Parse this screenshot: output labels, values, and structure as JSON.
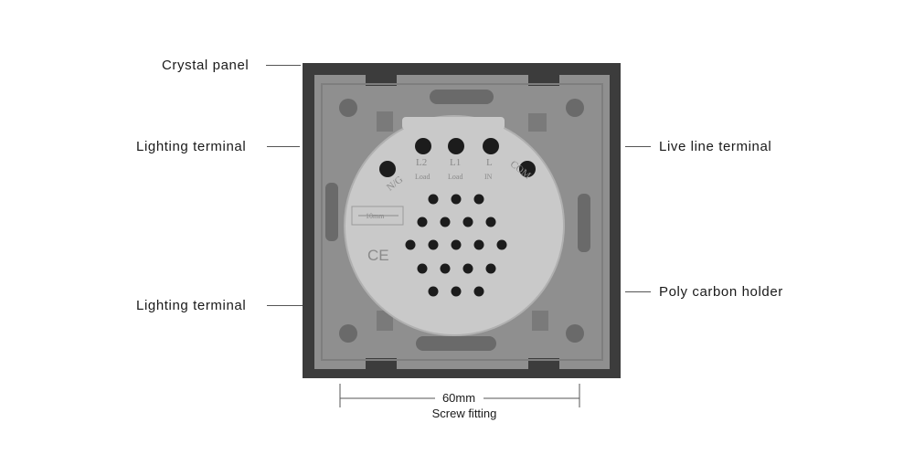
{
  "labels": {
    "crystal_panel": "Crystal panel",
    "lighting_terminal_top": "Lighting terminal",
    "lighting_terminal_bottom": "Lighting terminal",
    "live_line_terminal": "Live line terminal",
    "poly_carbon_holder": "Poly carbon holder"
  },
  "dimension": {
    "value": "60mm",
    "caption": "Screw fitting"
  },
  "module_markings": {
    "ng": "N/G",
    "l2": "L2",
    "l2_sub": "Load",
    "l1": "L1",
    "l1_sub": "Load",
    "l": "L",
    "l_sub": "IN",
    "com": "COM",
    "ruler": "10mm",
    "ce": "CE"
  },
  "colors": {
    "panel": "#3c3c3c",
    "frame": "#909090",
    "module": "#c8c8c8",
    "hole": "#1c1c1c"
  }
}
